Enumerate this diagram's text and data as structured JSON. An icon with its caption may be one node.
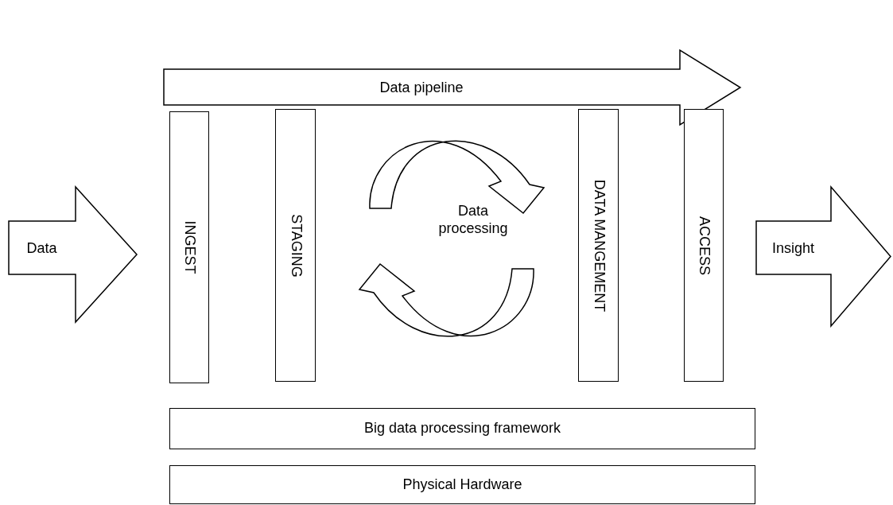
{
  "diagram": {
    "nodes": [
      {
        "text": [
          "Data pipeline"
        ]
      },
      {
        "text": [
          "Data"
        ]
      },
      {
        "text": [
          "INGEST"
        ]
      },
      {
        "text": [
          "STAGING"
        ]
      },
      {
        "text": [
          "DATA MANGEMENT"
        ]
      },
      {
        "text": [
          "ACCESS"
        ]
      },
      {
        "text": [
          "Insight"
        ]
      },
      {
        "text": [
          "Big data processing framework"
        ]
      },
      {
        "text": [
          "Physical Hardware"
        ]
      }
    ],
    "labels": [
      "Data processing"
    ]
  }
}
